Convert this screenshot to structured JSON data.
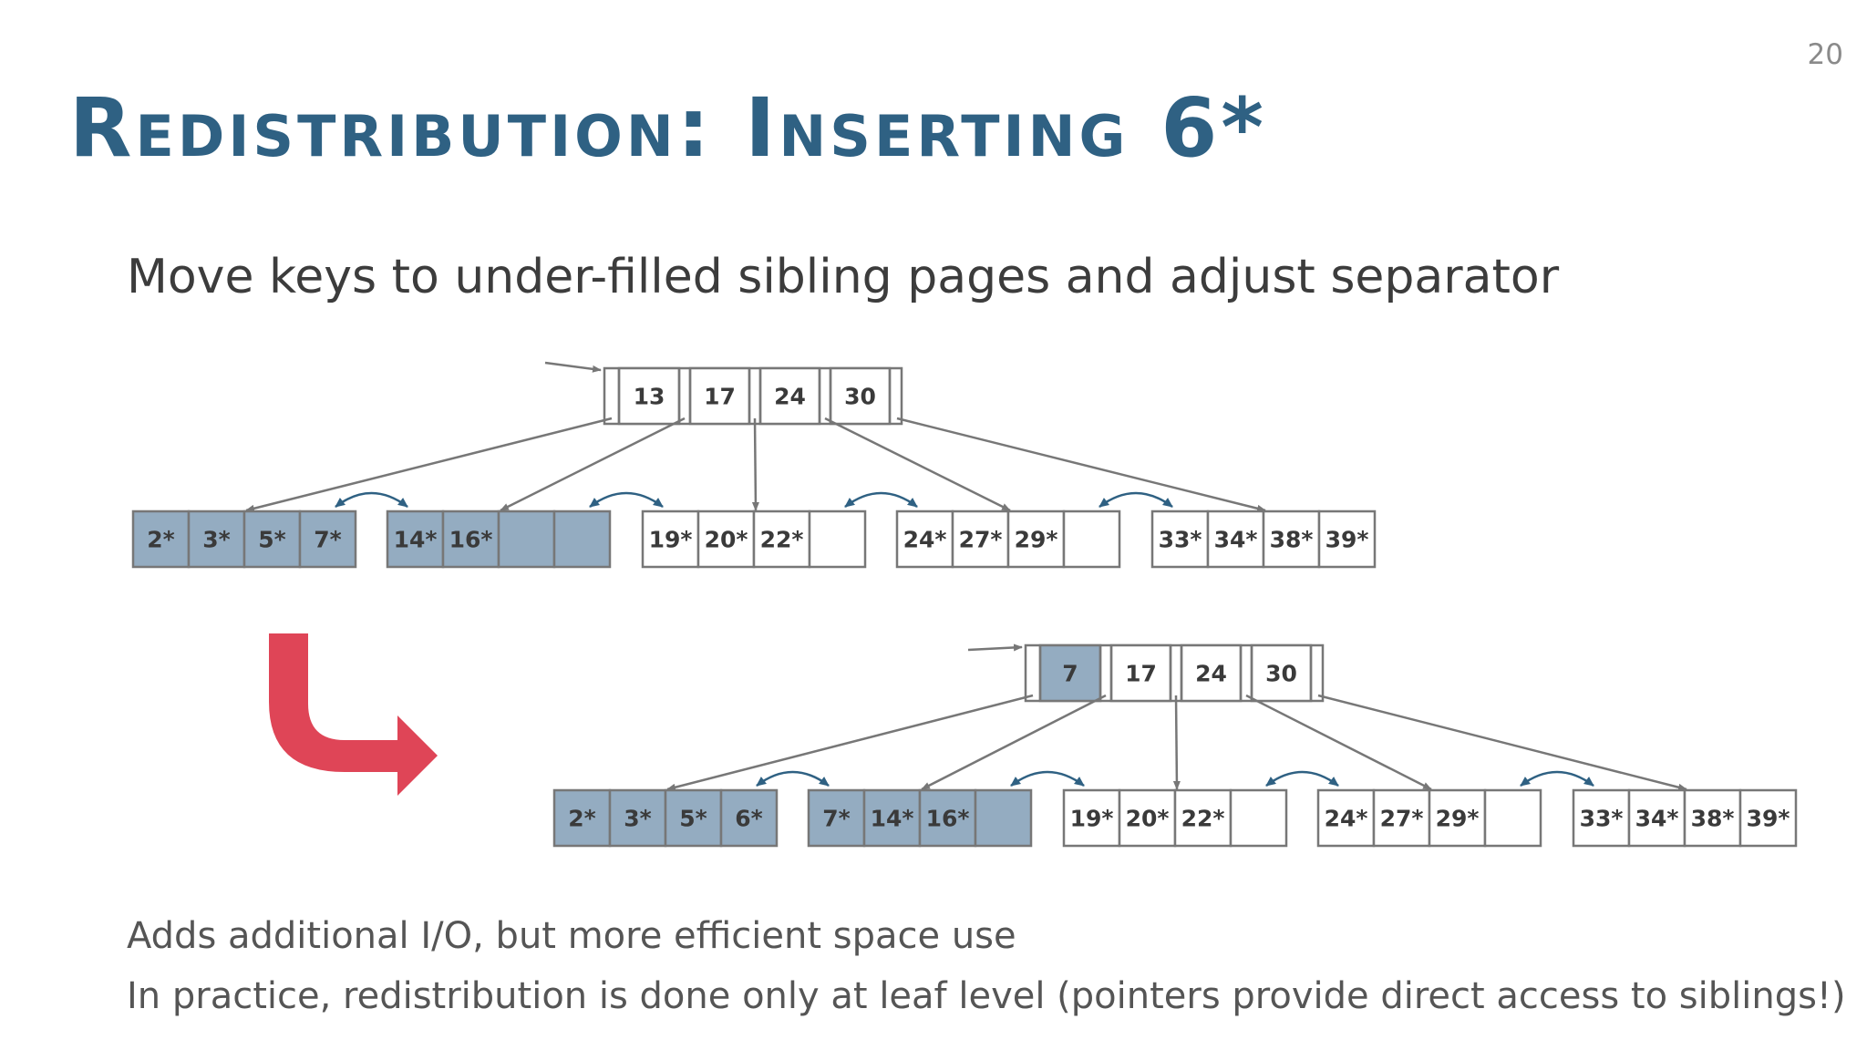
{
  "slide_number": "20",
  "title": "Redistribution: Inserting 6*",
  "subtitle": "Move keys to under-filled sibling pages and adjust separator",
  "bullets": [
    "Adds additional I/O, but more efficient space use",
    "In practice, redistribution is done only at leaf level (pointers provide direct access to siblings!)"
  ],
  "colors": {
    "title": "#2f6183",
    "highlight_fill": "#94acc1",
    "sibling_arrow": "#2f6183",
    "transition_arrow": "#df4557"
  },
  "trees": [
    {
      "name": "before",
      "root": [
        {
          "label": "13",
          "highlight": false
        },
        {
          "label": "17",
          "highlight": false
        },
        {
          "label": "24",
          "highlight": false
        },
        {
          "label": "30",
          "highlight": false
        }
      ],
      "leaves": [
        {
          "highlight": true,
          "keys": [
            "2*",
            "3*",
            "5*",
            "7*"
          ]
        },
        {
          "highlight": true,
          "keys": [
            "14*",
            "16*",
            "",
            ""
          ]
        },
        {
          "highlight": false,
          "keys": [
            "19*",
            "20*",
            "22*",
            ""
          ]
        },
        {
          "highlight": false,
          "keys": [
            "24*",
            "27*",
            "29*",
            ""
          ]
        },
        {
          "highlight": false,
          "keys": [
            "33*",
            "34*",
            "38*",
            "39*"
          ]
        }
      ]
    },
    {
      "name": "after",
      "root": [
        {
          "label": "7",
          "highlight": true
        },
        {
          "label": "17",
          "highlight": false
        },
        {
          "label": "24",
          "highlight": false
        },
        {
          "label": "30",
          "highlight": false
        }
      ],
      "leaves": [
        {
          "highlight": true,
          "keys": [
            "2*",
            "3*",
            "5*",
            "6*"
          ]
        },
        {
          "highlight": true,
          "keys": [
            "7*",
            "14*",
            "16*",
            ""
          ]
        },
        {
          "highlight": false,
          "keys": [
            "19*",
            "20*",
            "22*",
            ""
          ]
        },
        {
          "highlight": false,
          "keys": [
            "24*",
            "27*",
            "29*",
            ""
          ]
        },
        {
          "highlight": false,
          "keys": [
            "33*",
            "34*",
            "38*",
            "39*"
          ]
        }
      ]
    }
  ]
}
